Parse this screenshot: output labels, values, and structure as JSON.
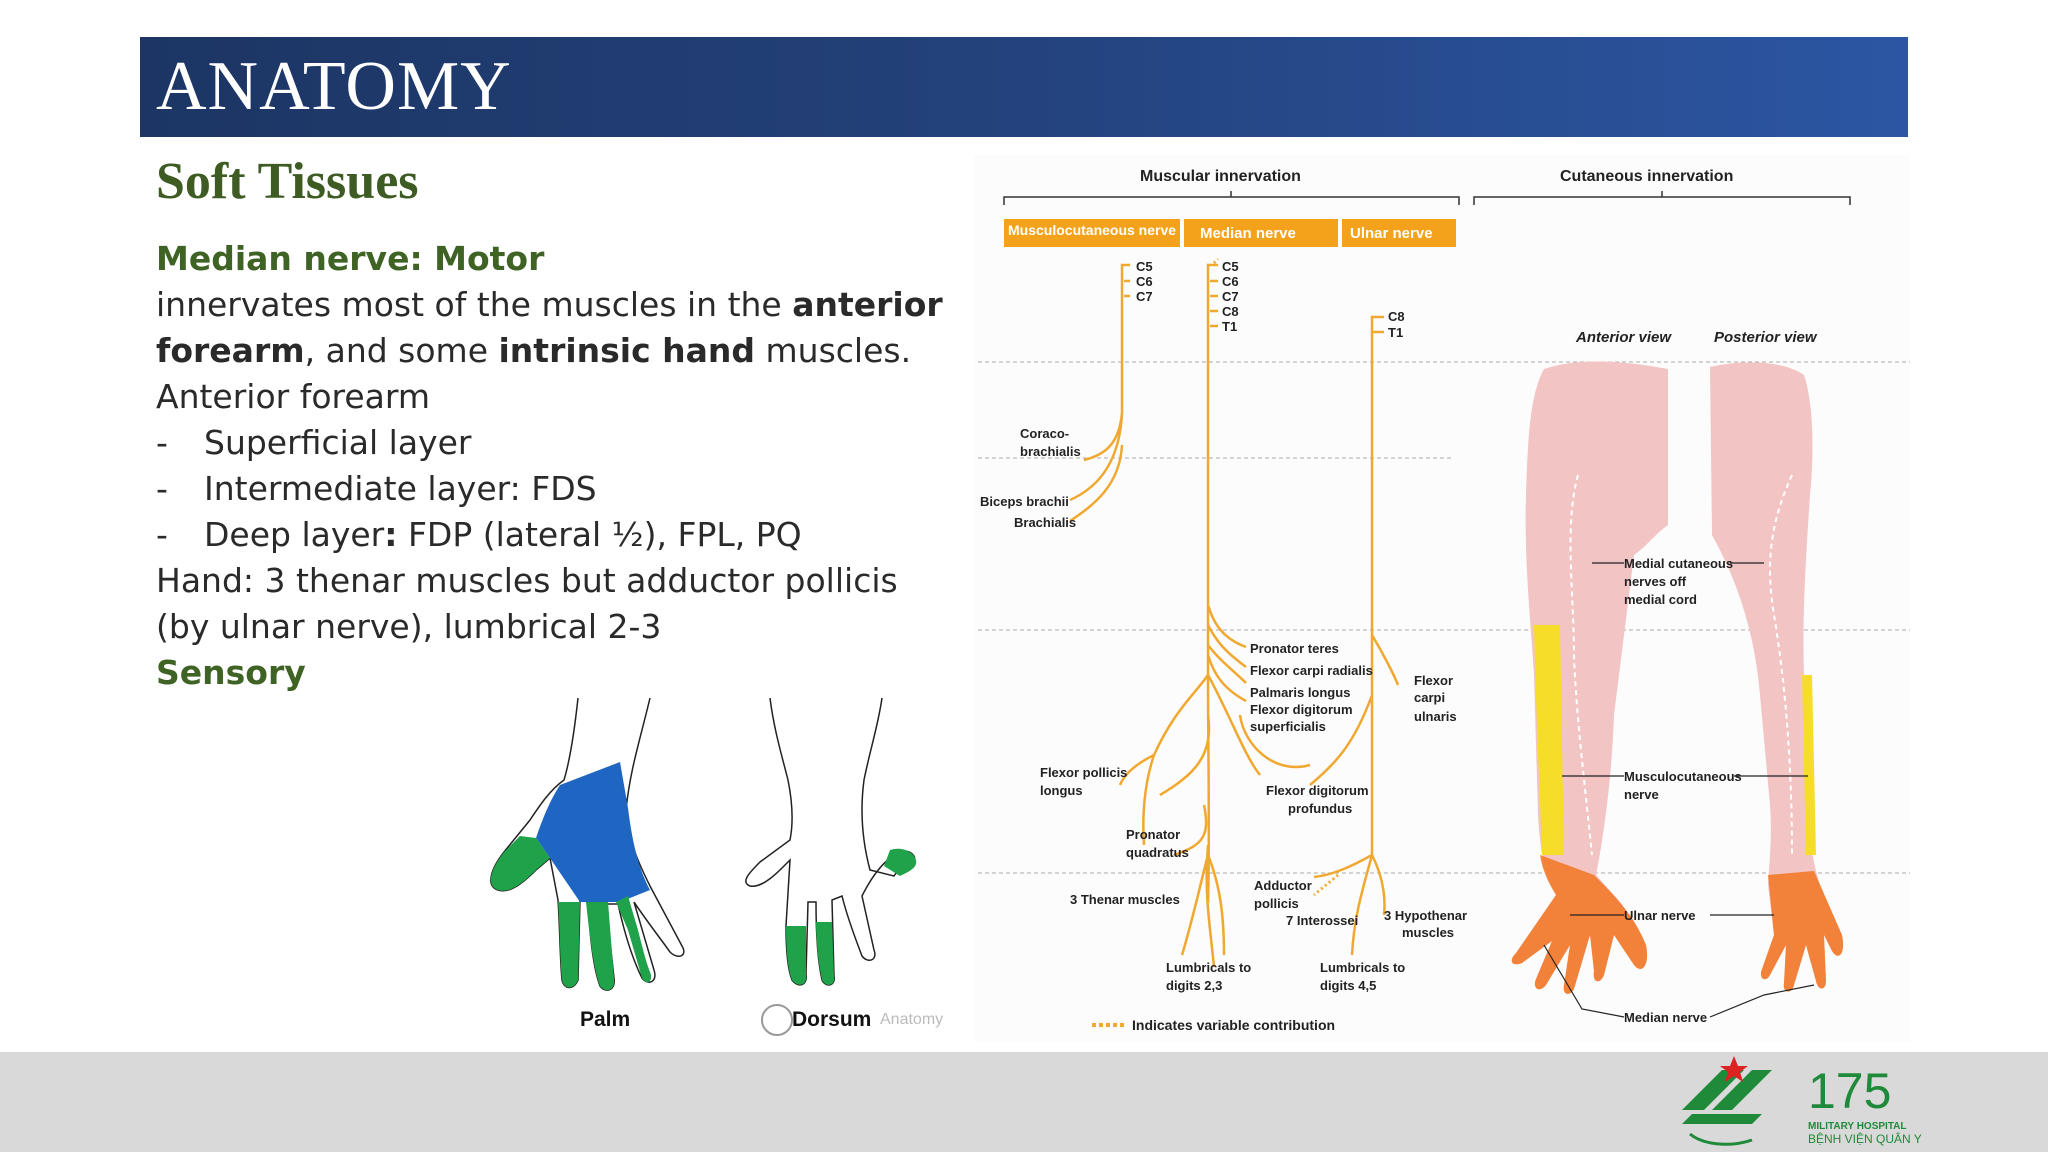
{
  "header": {
    "title": "ANATOMY"
  },
  "subtitle": "Soft Tissues",
  "content": {
    "motor_heading": "Median nerve: Motor",
    "para1_a": "innervates most of the muscles in the ",
    "para1_b": "anterior forearm",
    "para1_c": ", and some ",
    "para1_d": "intrinsic hand",
    "para1_e": " muscles.",
    "anterior_forearm": "Anterior forearm",
    "bullets": [
      {
        "dash": "-",
        "text_a": "Superficial layer",
        "text_b": "",
        "text_c": ""
      },
      {
        "dash": "-",
        "text_a": "Intermediate layer: FDS",
        "text_b": "",
        "text_c": ""
      },
      {
        "dash": "-",
        "text_a": "Deep layer",
        "text_b": ":",
        "text_c": " FDP (lateral ½), FPL, PQ"
      }
    ],
    "hand_line": "Hand: 3 thenar muscles but adductor pollicis (by ulnar nerve), lumbrical 2-3",
    "sensory_heading": "Sensory"
  },
  "hands_figure": {
    "palm_label": "Palm",
    "dorsum_label": "Dorsum",
    "watermark": "Anatomy",
    "colors": {
      "blue": "#1f66c2",
      "green": "#1fa24a"
    }
  },
  "figure": {
    "muscular_title": "Muscular innervation",
    "cutaneous_title": "Cutaneous innervation",
    "nerve_tabs": [
      "Musculocutaneous nerve",
      "Median nerve",
      "Ulnar nerve"
    ],
    "roots_mc": [
      "C5",
      "C6",
      "C7"
    ],
    "roots_median": [
      "C5",
      "C6",
      "C7",
      "C8",
      "T1"
    ],
    "roots_ulnar": [
      "C8",
      "T1"
    ],
    "anterior_view": "Anterior view",
    "posterior_view": "Posterior view",
    "labels": {
      "coraco": [
        "Coraco-",
        "brachialis"
      ],
      "biceps": "Biceps brachii",
      "brachialis": "Brachialis",
      "pronator_teres": "Pronator teres",
      "fcr": "Flexor carpi radialis",
      "palmaris": "Palmaris longus",
      "fds": [
        "Flexor digitorum",
        "superficialis"
      ],
      "fcu": [
        "Flexor",
        "carpi",
        "ulnaris"
      ],
      "fpl": [
        "Flexor pollicis",
        "longus"
      ],
      "fdp": [
        "Flexor digitorum",
        "profundus"
      ],
      "pq": [
        "Pronator",
        "quadratus"
      ],
      "thenar": "3 Thenar muscles",
      "adductor": [
        "Adductor",
        "pollicis"
      ],
      "interossei": "7 Interossei",
      "hypothenar": [
        "3 Hypothenar",
        "muscles"
      ],
      "lumb23": [
        "Lumbricals to",
        "digits 2,3"
      ],
      "lumb45": [
        "Lumbricals to",
        "digits 4,5"
      ],
      "legend": "Indicates variable contribution",
      "medial_cut": [
        "Medial cutaneous",
        "nerves off",
        "medial cord"
      ],
      "musculocut": [
        "Musculocutaneous",
        "nerve"
      ],
      "ulnar_nerve": "Ulnar nerve",
      "median_nerve": "Median nerve"
    },
    "colors": {
      "tab": "#f4a21c",
      "nerve": "#f0a830",
      "skin": "#f2c4c4",
      "yellow": "#f6dd2a",
      "orange": "#f27a2a"
    }
  },
  "logo": {
    "number": "175",
    "line1": "MILITARY HOSPITAL",
    "line2": "BỆNH VIỆN QUÂN Y",
    "color": "#1f8a3a"
  }
}
